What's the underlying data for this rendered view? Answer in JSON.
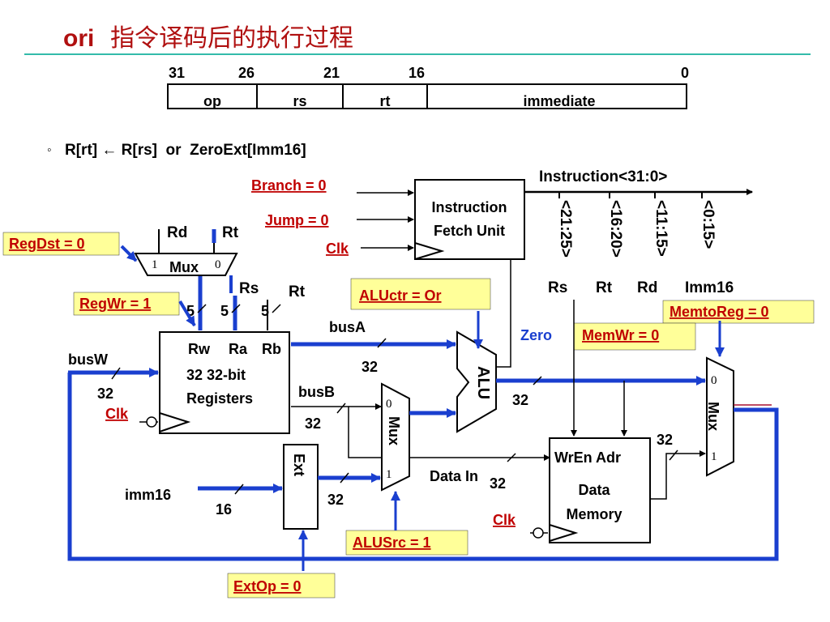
{
  "title": {
    "latin": "ori",
    "cjk": "指令译码后的执行过程"
  },
  "format": {
    "bit_labels": [
      "31",
      "26",
      "21",
      "16",
      "0"
    ],
    "fields": [
      "op",
      "rs",
      "rt",
      "immediate"
    ]
  },
  "rtl": {
    "bullet": "◦",
    "expression": "R[rt] ← R[rs]  or  ZeroExt[Imm16]"
  },
  "ifu": {
    "line1": "Instruction",
    "line2": "Fetch Unit"
  },
  "instruction_bus": "Instruction<31:0>",
  "slices": [
    "<21:25>",
    "<16:20>",
    "<11:15>",
    "<0:15>"
  ],
  "slice_names": [
    "Rs",
    "Rt",
    "Rd",
    "Imm16"
  ],
  "controls": {
    "branch": "Branch = 0",
    "jump": "Jump = 0",
    "regdst": "RegDst = 0",
    "regwr": "RegWr = 1",
    "aluctr": "ALUctr = Or",
    "memtoreg": "MemtoReg = 0",
    "memwr": "MemWr = 0",
    "alusrc": "ALUSrc = 1",
    "extop": "ExtOp = 0"
  },
  "clk": "Clk",
  "regdst_mux": {
    "label": "Mux",
    "in1": "1",
    "in0": "0",
    "rd": "Rd",
    "rt": "Rt"
  },
  "regfile": {
    "ports": [
      "Rw",
      "Ra",
      "Rb"
    ],
    "line1": "32 32-bit",
    "line2": "Registers",
    "rs": "Rs",
    "rt": "Rt",
    "widths": [
      "5",
      "5",
      "5"
    ]
  },
  "buses": {
    "busW": "busW",
    "busA": "busA",
    "busB": "busB",
    "imm16": "imm16",
    "data_in": "Data In"
  },
  "widths": {
    "busw": "32",
    "busa": "32",
    "busb": "32",
    "imm": "16",
    "ext_out": "32",
    "alu_out": "32",
    "mem_out": "32",
    "data_in": "32"
  },
  "alu": {
    "label": "ALU",
    "zero": "Zero"
  },
  "ext": "Ext",
  "alusrc_mux": {
    "label": "Mux",
    "in0": "0",
    "in1": "1"
  },
  "memtoreg_mux": {
    "label": "Mux",
    "in0": "0",
    "in1": "1"
  },
  "memory": {
    "ports": "WrEn Adr",
    "line1": "Data",
    "line2": "Memory"
  },
  "colors": {
    "blue": "#1a3fcf",
    "control_red": "#c00000",
    "label_bg": "#ffff99",
    "rule": "#33bbaa"
  }
}
